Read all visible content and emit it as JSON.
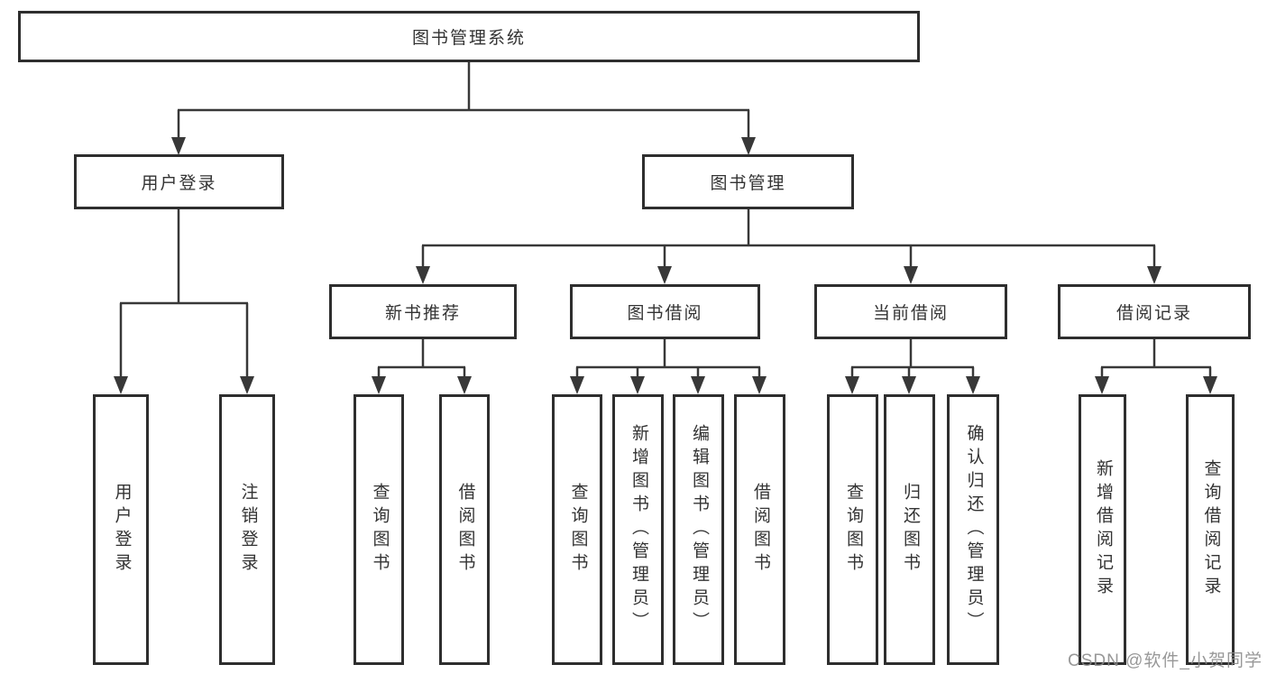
{
  "tree": {
    "root": {
      "label": "图书管理系统"
    },
    "children": [
      {
        "label": "用户登录",
        "children": [
          {
            "label": "用户登录"
          },
          {
            "label": "注销登录"
          }
        ]
      },
      {
        "label": "图书管理",
        "children": [
          {
            "label": "新书推荐",
            "children": [
              {
                "label": "查询图书"
              },
              {
                "label": "借阅图书"
              }
            ]
          },
          {
            "label": "图书借阅",
            "children": [
              {
                "label": "查询图书"
              },
              {
                "label": "新增图书（管理员）"
              },
              {
                "label": "编辑图书（管理员）"
              },
              {
                "label": "借阅图书"
              }
            ]
          },
          {
            "label": "当前借阅",
            "children": [
              {
                "label": "查询图书"
              },
              {
                "label": "归还图书"
              },
              {
                "label": "确认归还（管理员）"
              }
            ]
          },
          {
            "label": "借阅记录",
            "children": [
              {
                "label": "新增借阅记录"
              },
              {
                "label": "查询借阅记录"
              }
            ]
          }
        ]
      }
    ]
  },
  "watermark": {
    "text": "CSDN @软件_小贺同学"
  },
  "colors": {
    "line": "#383838",
    "border": "#2e2e2e",
    "text": "#333333",
    "watermark": "#8a8a8a",
    "background": "#ffffff"
  }
}
